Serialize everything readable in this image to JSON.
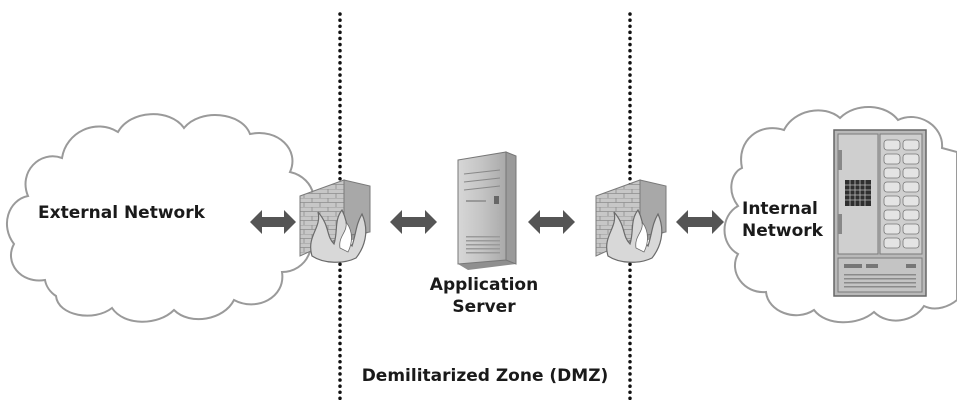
{
  "diagram": {
    "external_network": {
      "label": "External Network"
    },
    "application_server": {
      "label_line1": "Application",
      "label_line2": "Server"
    },
    "internal_network": {
      "label_line1": "Internal",
      "label_line2": "Network"
    },
    "dmz": {
      "label": "Demilitarized Zone (DMZ)"
    }
  },
  "colors": {
    "cloud_stroke": "#9a9a9a",
    "arrow": "#555555",
    "dotted_line": "#111111",
    "brick": "#bdbdbd",
    "server_body": "#c9c9c9"
  }
}
